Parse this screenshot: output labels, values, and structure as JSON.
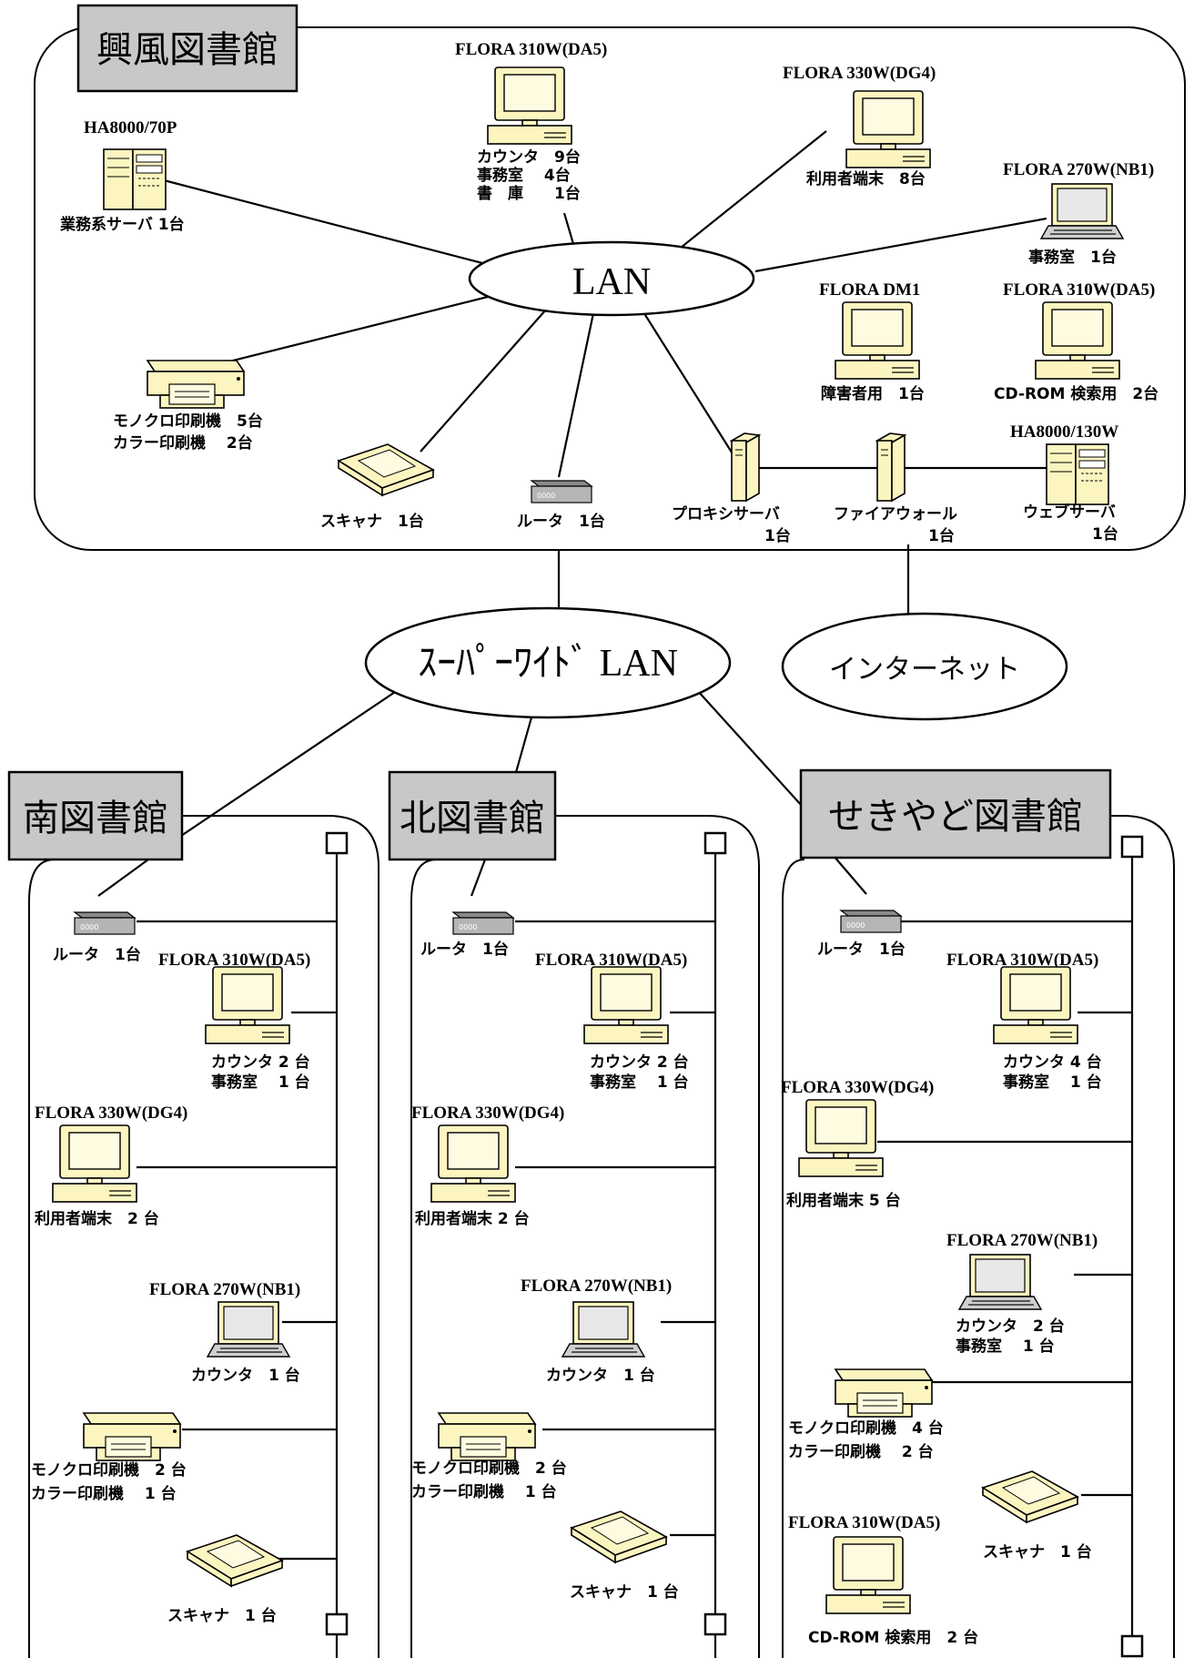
{
  "sites": {
    "kofu": {
      "title": "興風図書館",
      "lan_label": "LAN",
      "ha70p": {
        "model": "HA8000/70P",
        "label": "業務系サーバ 1台"
      },
      "flora_da5_top": {
        "model": "FLORA 310W(DA5)",
        "lines": [
          "カウンタ　9台",
          "事務室　 4台",
          "書　庫　　1台"
        ]
      },
      "flora_dg4": {
        "model": "FLORA 330W(DG4)",
        "label": "利用者端末　8台"
      },
      "flora_nb1": {
        "model": "FLORA 270W(NB1)",
        "label": "事務室　1台"
      },
      "flora_dm1": {
        "model": "FLORA DM1",
        "label": "障害者用　1台"
      },
      "flora_da5_cd": {
        "model": "FLORA 310W(DA5)",
        "label": "CD-ROM 検索用　2台"
      },
      "printer": {
        "lines": [
          "モノクロ印刷機　5台",
          "カラー印刷機　 2台"
        ]
      },
      "scanner": {
        "label": "スキャナ　1台"
      },
      "router": {
        "label": "ルータ　1台"
      },
      "proxy": {
        "lines": [
          "プロキシサーバ",
          "1台"
        ]
      },
      "firewall": {
        "lines": [
          "ファイアウォール",
          "1台"
        ]
      },
      "web": {
        "model": "HA8000/130W",
        "lines": [
          "ウェブサーバ",
          "1台"
        ]
      }
    },
    "wan": {
      "superwide": "ｽｰﾊﾟｰﾜｲﾄﾞ LAN",
      "internet": "インターネット"
    },
    "minami": {
      "title": "南図書館",
      "router": {
        "label": "ルータ　1台"
      },
      "da5": {
        "model": "FLORA 310W(DA5)",
        "lines": [
          "カウンタ 2 台",
          "事務室　 1 台"
        ]
      },
      "dg4": {
        "model": "FLORA 330W(DG4)",
        "label": "利用者端末　2 台"
      },
      "nb1": {
        "model": "FLORA 270W(NB1)",
        "label": "カウンタ　1 台"
      },
      "printer": {
        "lines": [
          "モノクロ印刷機　2 台",
          "カラー印刷機　 1 台"
        ]
      },
      "scanner": {
        "label": "スキャナ　1 台"
      }
    },
    "kita": {
      "title": "北図書館",
      "router": {
        "label": "ルータ　1台"
      },
      "da5": {
        "model": "FLORA 310W(DA5)",
        "lines": [
          "カウンタ 2 台",
          "事務室　 1 台"
        ]
      },
      "dg4": {
        "model": "FLORA 330W(DG4)",
        "label": "利用者端末 2 台"
      },
      "nb1": {
        "model": "FLORA 270W(NB1)",
        "label": "カウンタ　1 台"
      },
      "printer": {
        "lines": [
          "モノクロ印刷機　2 台",
          "カラー印刷機　 1 台"
        ]
      },
      "scanner": {
        "label": "スキャナ　1 台"
      }
    },
    "sekiyado": {
      "title": "せきやど図書館",
      "router": {
        "label": "ルータ　1台"
      },
      "da5": {
        "model": "FLORA 310W(DA5)",
        "lines": [
          "カウンタ 4 台",
          "事務室　 1 台"
        ]
      },
      "dg4": {
        "model": "FLORA 330W(DG4)",
        "label": "利用者端末 5 台"
      },
      "nb1": {
        "model": "FLORA 270W(NB1)",
        "lines": [
          "カウンタ　2 台",
          "事務室　 1 台"
        ]
      },
      "printer": {
        "lines": [
          "モノクロ印刷機　4 台",
          "カラー印刷機　 2 台"
        ]
      },
      "scanner": {
        "label": "スキャナ　1 台"
      },
      "da5_cd": {
        "model": "FLORA 310W(DA5)",
        "label": "CD-ROM 検索用　2 台"
      }
    }
  },
  "colors": {
    "device_fill": "#fdf5c0",
    "title_box": "#c8c8c8",
    "line": "#000000"
  }
}
